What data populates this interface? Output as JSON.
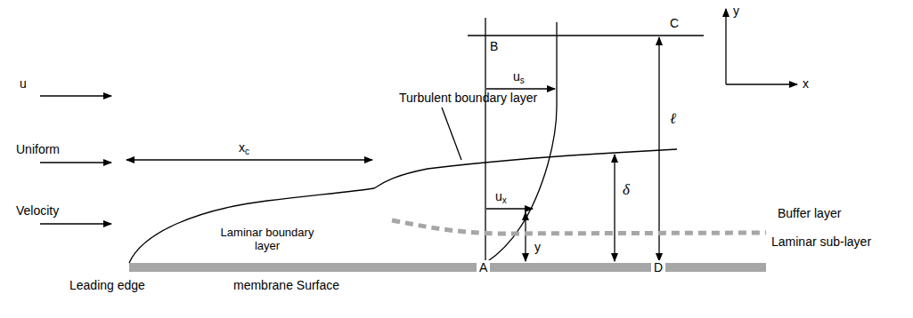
{
  "diagram": {
    "labels": [
      "B",
      "C",
      "y",
      "x",
      "us",
      "ℓ",
      "Turbulent boundary layer",
      "u",
      "xc",
      "δ",
      "Uniform",
      "ux",
      "y",
      "Buffer layer",
      "Velocity",
      "Laminar boundary layer",
      "Laminar sub-layer",
      "Leading edge",
      "membrane Surface",
      "A",
      "D"
    ]
  }
}
